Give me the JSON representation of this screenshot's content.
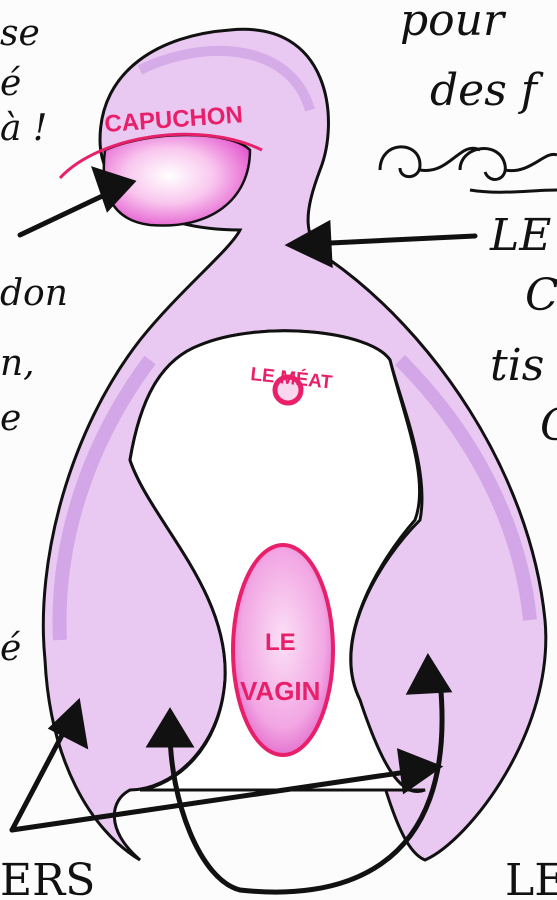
{
  "colors": {
    "body_fill": "#e9c8f2",
    "body_shade": "#b77fd9",
    "outline": "#111111",
    "label_pink": "#e8206a",
    "glans_fill": "#f6a9e2",
    "inner_fill": "#ffffff"
  },
  "labels": {
    "capuchon": "CAPUCHON",
    "meat_line1": "LE MÉAT",
    "vagin_line1": "LE",
    "vagin_line2": "VAGIN"
  },
  "margin_text": {
    "left": [
      "se",
      "é",
      "à !",
      "don",
      "n,",
      "e",
      "é"
    ],
    "top_right": [
      "pour",
      "des f"
    ],
    "right": [
      "LE",
      "C",
      "tis",
      "C"
    ],
    "bottom_left": "ERS",
    "bottom_right": "LE"
  },
  "icons": [
    "arrow-icon",
    "swirl-icon"
  ]
}
